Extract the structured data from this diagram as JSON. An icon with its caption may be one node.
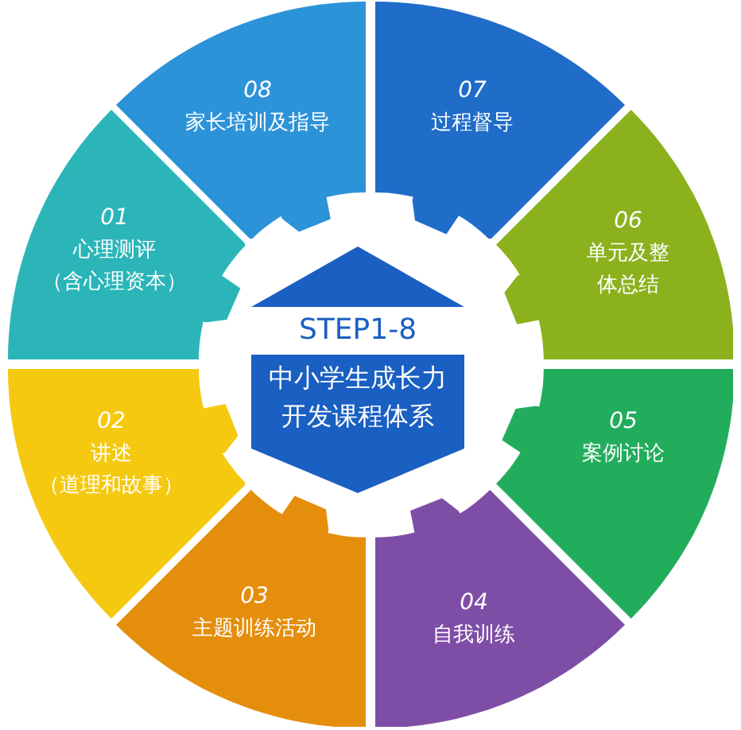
{
  "diagram": {
    "nodes": [
      {
        "text": [
          "STEP1-8",
          "中小学生成长力开发课程体系"
        ]
      },
      {
        "text": [
          "01",
          "心理测评（含心理资本）"
        ]
      },
      {
        "text": [
          "02",
          "讲述（道理和故事）"
        ]
      },
      {
        "text": [
          "03",
          "主题训练活动"
        ]
      },
      {
        "text": [
          "04",
          "自我训练"
        ]
      },
      {
        "text": [
          "05",
          "案例讨论"
        ]
      },
      {
        "text": [
          "06",
          "单元及整体总结"
        ]
      },
      {
        "text": [
          "07",
          "过程督导"
        ]
      },
      {
        "text": [
          "08",
          "家长培训及指导"
        ]
      }
    ]
  }
}
